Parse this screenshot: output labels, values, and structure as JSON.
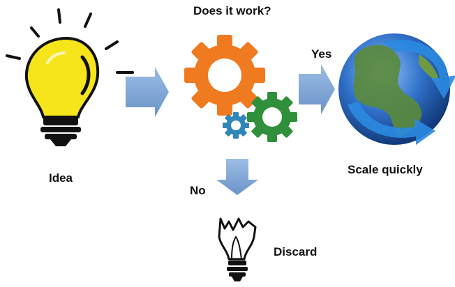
{
  "labels": {
    "title": "Does it work?",
    "idea": "Idea",
    "yes": "Yes",
    "no": "No",
    "scale": "Scale quickly",
    "discard": "Discard"
  },
  "colors": {
    "bulb_fill": "#f7e51c",
    "bulb_outline": "#111111",
    "arrow_fill": "#7ea6d6",
    "gear_orange": "#f07a1f",
    "gear_green": "#2f8f3a",
    "gear_blue": "#2f86b8",
    "ocean": "#2f6fc7",
    "land": "#5b8a3a",
    "globe_arrow": "#2b8ae0"
  },
  "icons": [
    "lightbulb-icon",
    "gears-icon",
    "globe-icon",
    "broken-bulb-icon"
  ]
}
